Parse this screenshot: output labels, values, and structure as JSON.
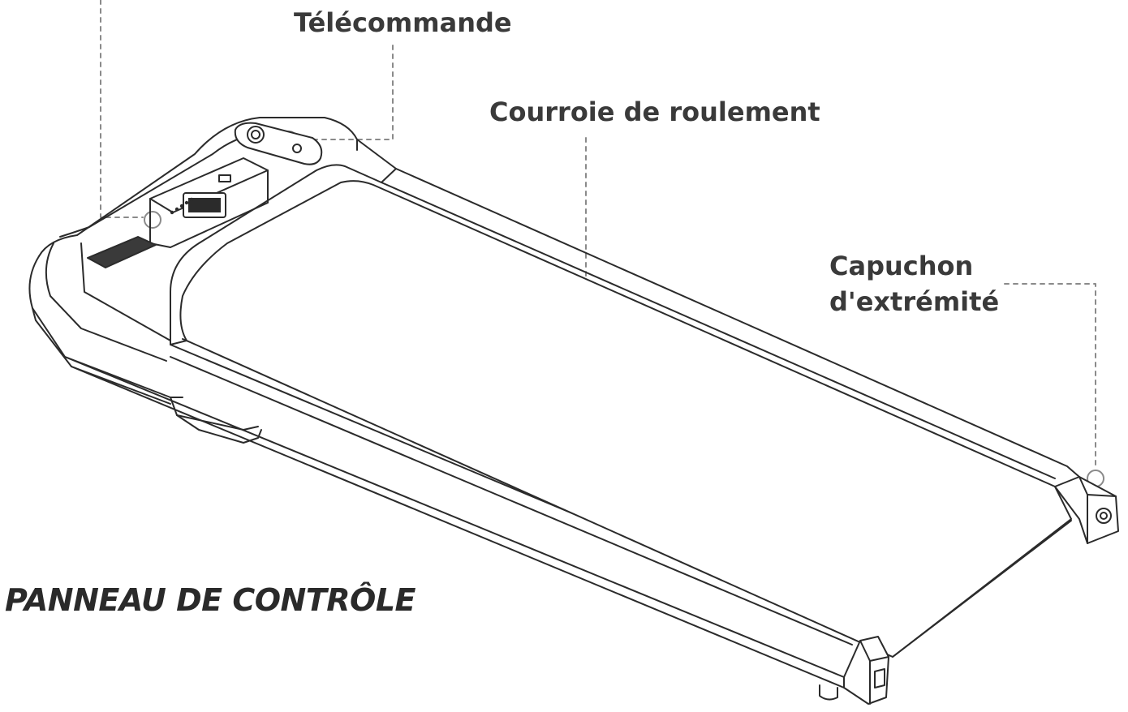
{
  "labels": {
    "remote": "Télécommande",
    "belt": "Courroie de roulement",
    "end_cap_line1": "Capuchon",
    "end_cap_line2": "d'extrémité",
    "control_panel": "PANNEAU DE CONTRÔLE"
  },
  "colors": {
    "line": "#2b2b2b",
    "leader": "#8a8a8a",
    "label": "#3a3a3a"
  }
}
